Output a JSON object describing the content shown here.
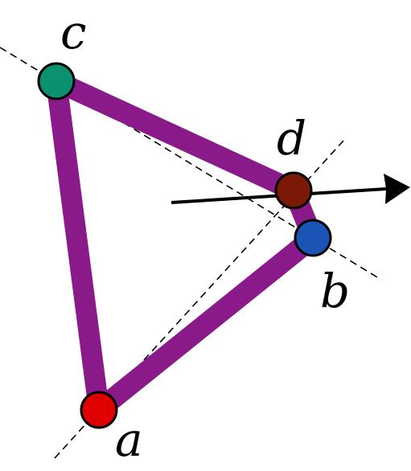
{
  "labels": {
    "a": "a",
    "b": "b",
    "c": "c",
    "d": "d"
  },
  "colors": {
    "background": "#ffffff",
    "polygon_stroke": "#8a198a",
    "dashed_line": "#000000",
    "arrow": "#000000",
    "point_outline": "#000000",
    "point_a": "#e00000",
    "point_b": "#1a55b5",
    "point_c": "#0b9070",
    "point_d": "#7a1a06"
  },
  "icons": {
    "arrow": "arrow-right-icon"
  }
}
